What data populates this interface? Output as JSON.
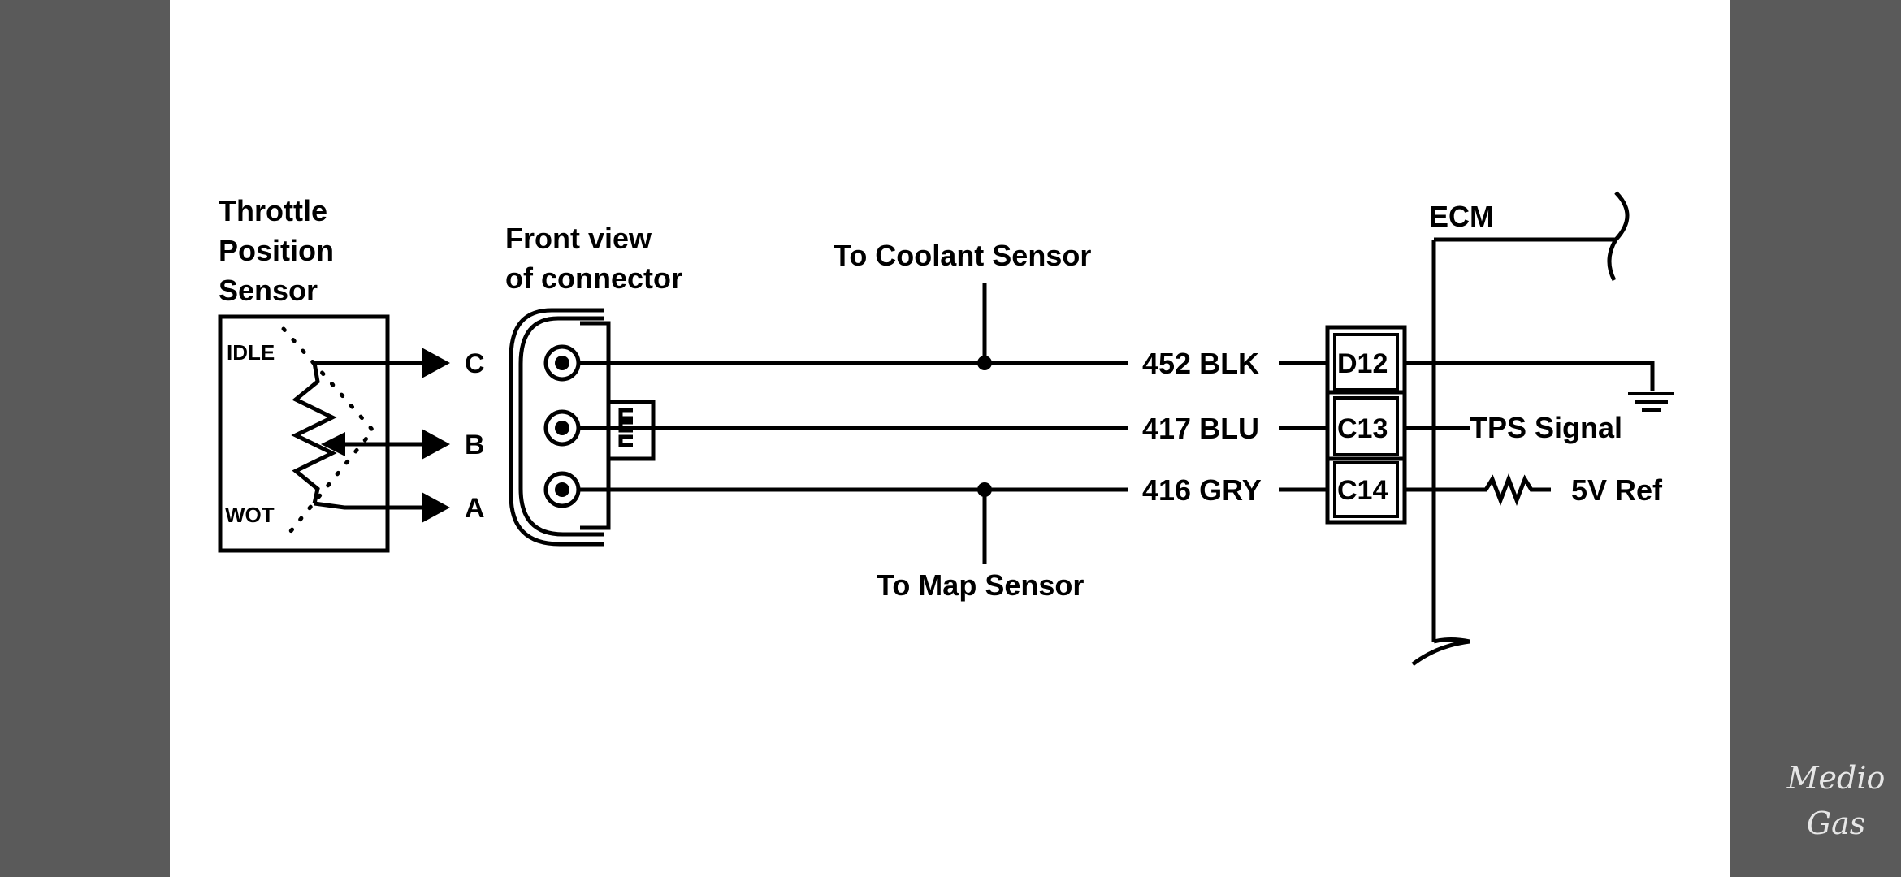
{
  "diagram": {
    "sensor_title": [
      "Throttle",
      "Position",
      "Sensor"
    ],
    "idle_label": "IDLE",
    "wot_label": "WOT",
    "terminals": [
      "C",
      "B",
      "A"
    ],
    "connector_caption": [
      "Front view",
      "of connector"
    ],
    "coolant_label": "To Coolant Sensor",
    "map_label": "To Map Sensor",
    "wires": [
      "452 BLK",
      "417 BLU",
      "416 GRY"
    ],
    "pins": [
      "D12",
      "C13",
      "C14"
    ],
    "ecm_label": "ECM",
    "tps_signal_label": "TPS Signal",
    "vref_label": "5V Ref"
  },
  "watermark": [
    "Medio",
    "Gas"
  ]
}
